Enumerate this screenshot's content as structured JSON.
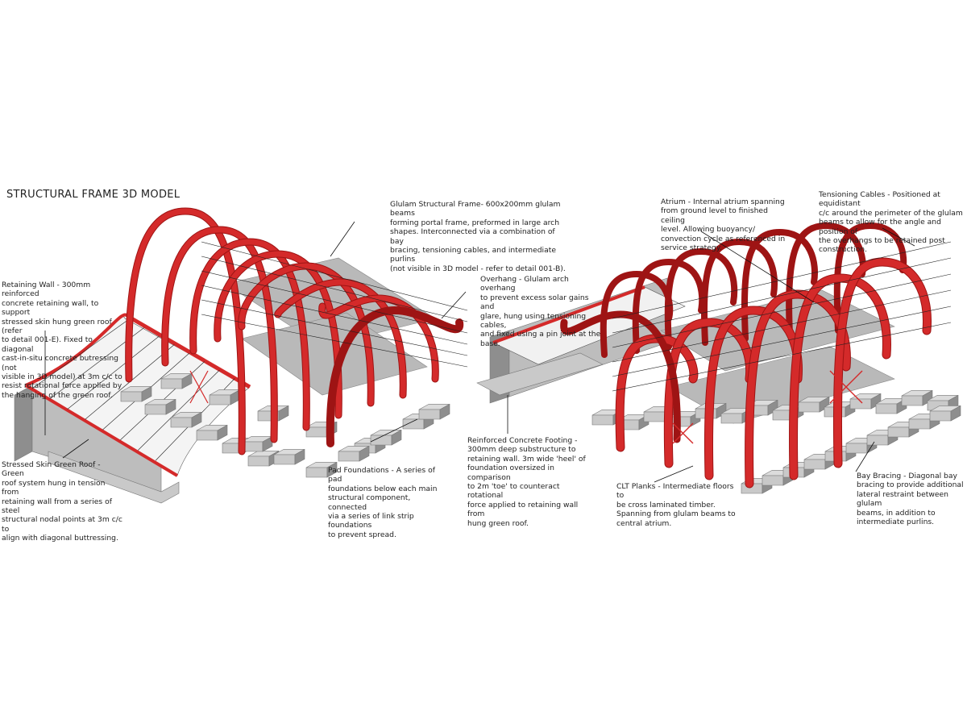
{
  "title": "STRUCTURAL FRAME 3D MODEL",
  "colors": {
    "frame": "#d42a2a",
    "frame_dark": "#9e1414",
    "concrete": "#c9c9c9",
    "concrete_dark": "#8e8e8e",
    "floor": "#b9b9b9",
    "line": "#222222"
  },
  "annotations": {
    "retaining_wall": "Retaining Wall - 300mm reinforced\nconcrete retaining wall, to support\nstressed skin hung green roof (refer\nto detail 001-E). Fixed to diagonal\ncast-in-situ concrete butressing (not\nvisible in 3D model) at 3m c/c to\nresist rotational force applied by\nthe hanging of the green roof.",
    "glulam_frame": "Glulam Structural Frame- 600x200mm glulam beams\nforming portal frame, preformed in large arch\nshapes. Interconnected via a combination of bay\nbracing, tensioning cables, and intermediate purlins\n(not visible in 3D model - refer to detail 001-B).",
    "overhang": "Overhang - Glulam arch overhang\nto prevent excess solar gains and\nglare, hung using tensioning cables,\nand fixed using a pin joint at the\nbase.",
    "stressed_skin": "Stressed Skin Green Roof - Green\nroof system hung in tension from\nretaining wall from a series of steel\nstructural nodal points at 3m c/c to\nalign with diagonal buttressing.",
    "pad_foundations": "Pad Foundations - A series of pad\nfoundations below each main\nstructural component, connected\nvia a series of link strip foundations\nto prevent spread.",
    "concrete_footing": "Reinforced Concrete Footing -\n300mm deep substructure to\nretaining wall. 3m wide 'heel' of\nfoundation oversized in comparison\nto 2m 'toe' to counteract rotational\nforce applied to retaining wall from\nhung green roof.",
    "atrium": "Atrium - Internal atrium spanning\nfrom ground level to finished ceiling\nlevel. Allowing buoyancy/\nconvection cycle as referenced in\nservice strategy.",
    "tensioning_cables": "Tensioning Cables - Positioned at equidistant\nc/c around the perimeter of the glulam\nbeams to allow for the angle and position of\nthe overhangs to be retained post\nconstruction.",
    "clt_planks": "CLT Planks - Intermediate floors to\nbe cross laminated timber.\nSpanning from glulam beams to\ncentral atrium.",
    "bay_bracing": "Bay Bracing - Diagonal bay\nbracing to provide additional\nlateral restraint between glulam\nbeams, in addition to\nintermediate purlins."
  }
}
